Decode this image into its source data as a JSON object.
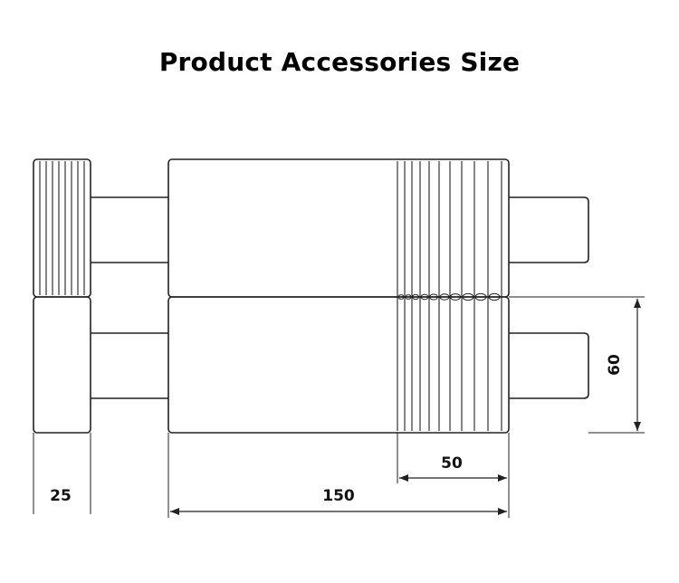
{
  "title": "Product Accessories Size",
  "dimensions": {
    "width_small": "25",
    "width_total": "150",
    "width_grooved": "50",
    "height_half": "60"
  },
  "colors": {
    "line": "#222222",
    "background": "#ffffff"
  }
}
